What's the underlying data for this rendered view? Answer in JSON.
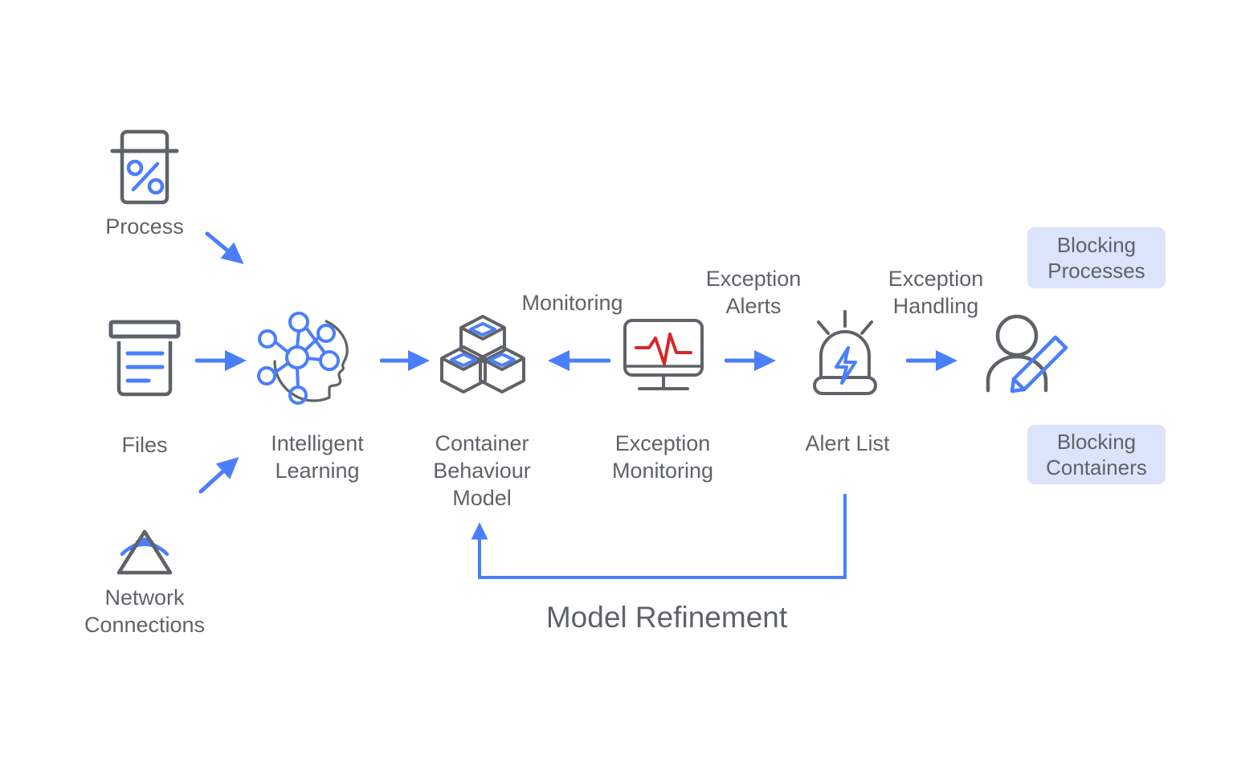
{
  "diagram": {
    "title_bottom": "Model Refinement",
    "colors": {
      "accent_blue": "#4a7efc",
      "icon_gray": "#5f6368",
      "text_gray": "#5f6368",
      "badge_bg": "#dbe4fb",
      "pulse_red": "#d62828",
      "canvas_bg": "#ffffff"
    },
    "inputs": [
      {
        "id": "process",
        "label": "Process",
        "icon": "process-bucket-percent-icon"
      },
      {
        "id": "files",
        "label": "Files",
        "icon": "files-container-icon"
      },
      {
        "id": "network",
        "label": "Network\nConnections",
        "icon": "network-broadcast-tower-icon"
      }
    ],
    "stages": [
      {
        "id": "intelligent-learning",
        "label": "Intelligent\nLearning",
        "icon": "ai-head-neural-icon"
      },
      {
        "id": "container-behaviour-model",
        "label": "Container\nBehaviour\nModel",
        "icon": "container-cubes-icon"
      },
      {
        "id": "exception-monitoring",
        "label": "Exception\nMonitoring",
        "icon": "monitor-pulse-icon"
      },
      {
        "id": "alert-list",
        "label": "Alert List",
        "icon": "alarm-siren-icon"
      },
      {
        "id": "exception-handling-person",
        "label": "",
        "icon": "person-edit-icon"
      }
    ],
    "flow_labels": [
      {
        "id": "monitoring",
        "label": "Monitoring"
      },
      {
        "id": "exception-alerts",
        "label": "Exception\nAlerts"
      },
      {
        "id": "exception-handling",
        "label": "Exception\nHandling"
      }
    ],
    "badges": [
      {
        "id": "blocking-processes",
        "label": "Blocking\nProcesses"
      },
      {
        "id": "blocking-containers",
        "label": "Blocking\nContainers"
      }
    ]
  }
}
